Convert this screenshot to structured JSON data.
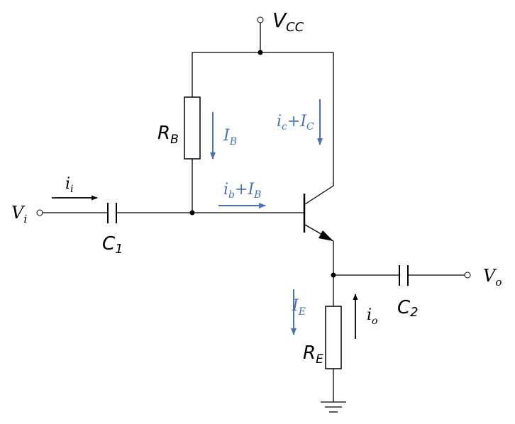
{
  "labels": {
    "vcc_main": "V",
    "vcc_sub": "CC",
    "rb_main": "R",
    "rb_sub": "B",
    "re_main": "R",
    "re_sub": "E",
    "c1_main": "C",
    "c1_sub": "1",
    "c2_main": "C",
    "c2_sub": "2",
    "vi_main": "V",
    "vi_sub": "i",
    "vo_main": "V",
    "vo_sub": "o"
  },
  "currents": {
    "ii_main": "i",
    "ii_sub": "i",
    "ib_main": "i",
    "ib_sub": "b",
    "ib_op": "+",
    "IB_main": "I",
    "IB_sub": "B",
    "IBrb_main": "I",
    "IBrb_sub": "B",
    "ic_main": "i",
    "ic_sub": "c",
    "ic_op": "+",
    "IC_main": "I",
    "IC_sub": "C",
    "IE_main": "I",
    "IE_sub": "E",
    "io_main": "i",
    "io_sub": "o"
  },
  "colors": {
    "wire": "#000000",
    "current_annotation": "#4a72b8"
  }
}
